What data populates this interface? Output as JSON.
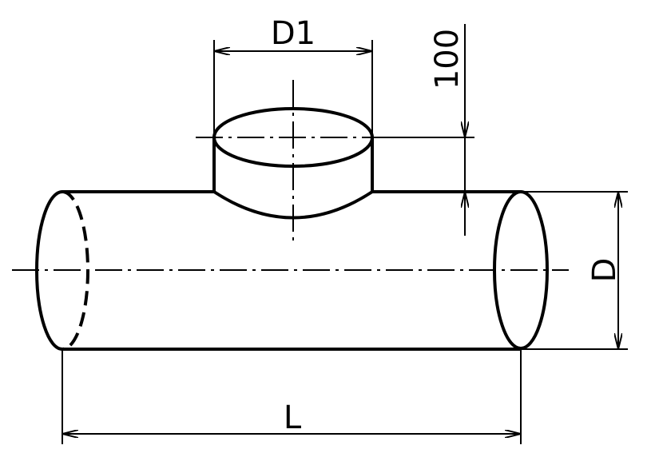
{
  "labels": {
    "branch_diameter": "D1",
    "branch_height": "100",
    "main_diameter": "D",
    "length": "L"
  },
  "colors": {
    "line": "#000000",
    "background": "#ffffff"
  }
}
